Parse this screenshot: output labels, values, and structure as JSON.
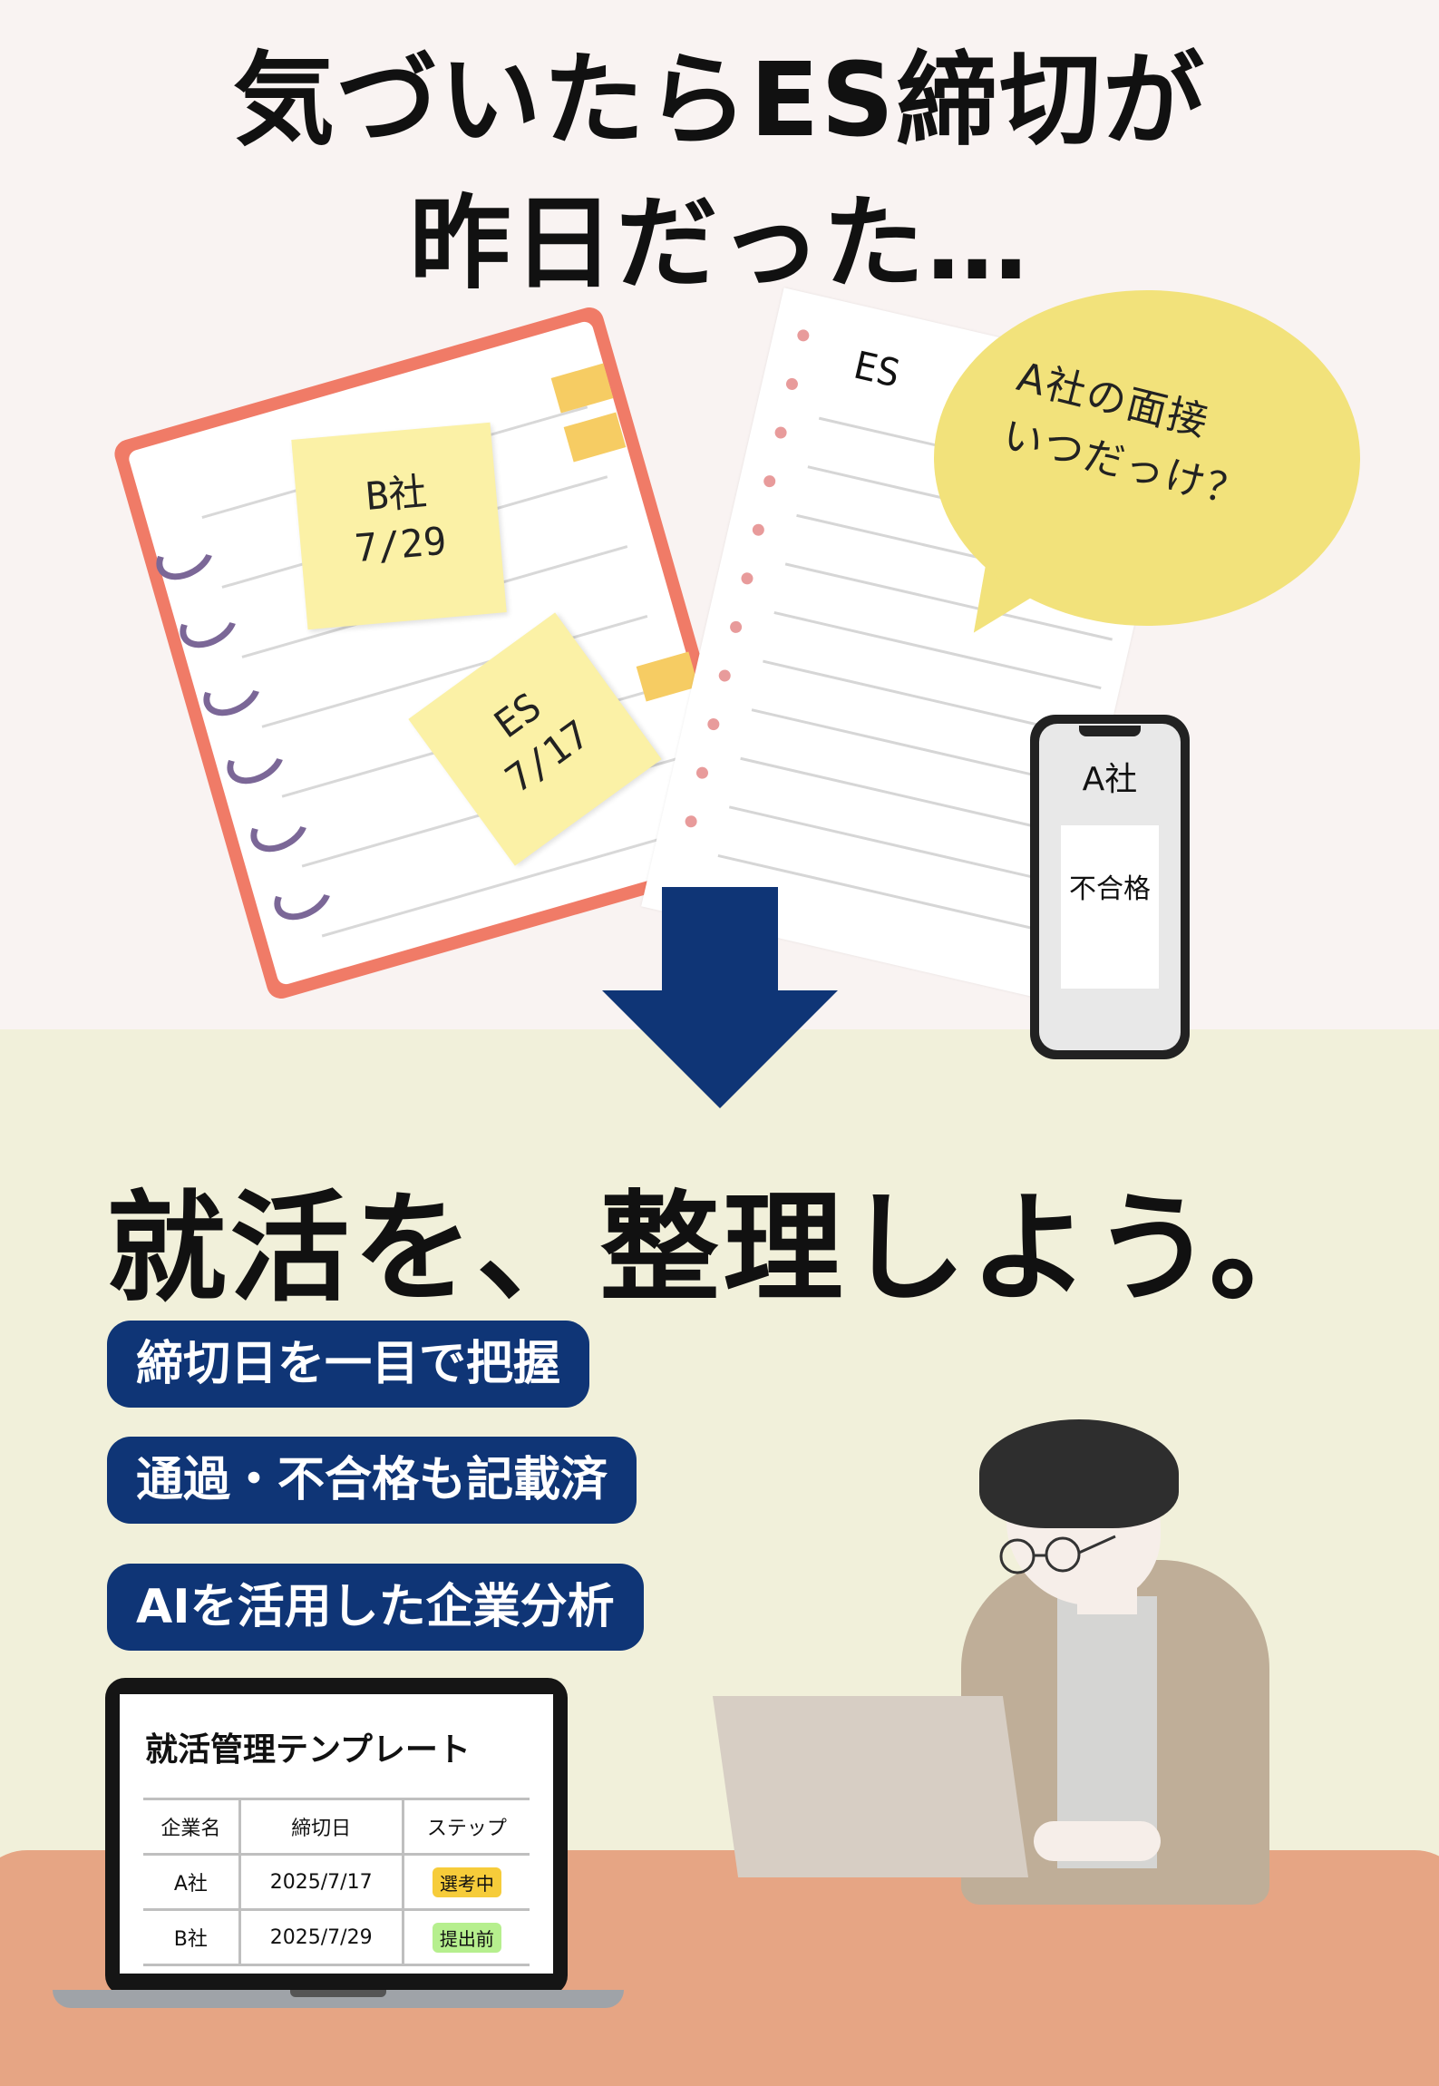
{
  "headline": {
    "line1": "気づいたらES締切が",
    "line2": "昨日だった…"
  },
  "notebook": {
    "sticky1": {
      "line1": "B社",
      "line2": "7/29"
    },
    "sticky2": {
      "line1": "ES",
      "line2": "7/17"
    }
  },
  "sheet": {
    "title": "ES"
  },
  "bubble": {
    "line1": "A社の面接",
    "line2": "いつだっけ？"
  },
  "phone": {
    "title": "A社",
    "result": "不合格"
  },
  "subheadline": "就活を、整理しよう。",
  "features": [
    "締切日を一目で把握",
    "通過・不合格も記載済",
    "AIを活用した企業分析"
  ],
  "template": {
    "title": "就活管理テンプレート",
    "headers": [
      "企業名",
      "締切日",
      "ステップ"
    ],
    "rows": [
      {
        "company": "A社",
        "deadline": "2025/7/17",
        "step": "選考中"
      },
      {
        "company": "B社",
        "deadline": "2025/7/29",
        "step": "提出前"
      }
    ]
  },
  "colors": {
    "navy": "#0f3576",
    "badge_in_progress": "#f6cc3a",
    "badge_before_submit": "#b6ef8e"
  }
}
